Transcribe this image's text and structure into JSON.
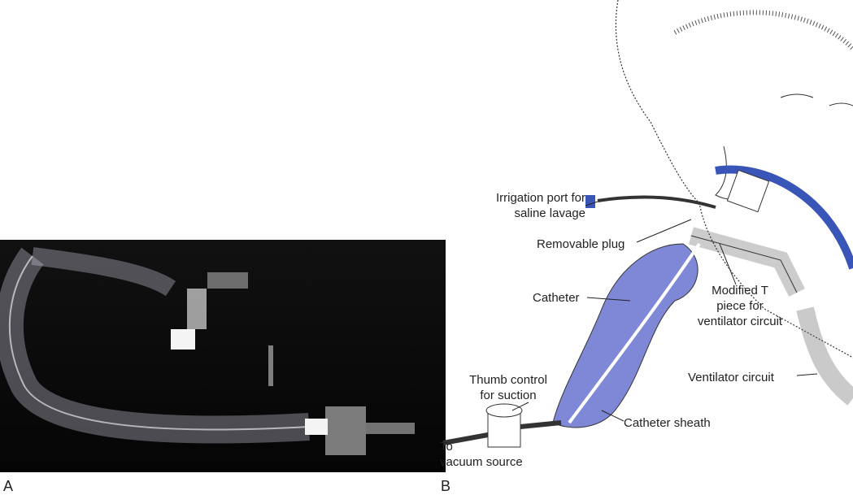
{
  "panels": {
    "a": "A",
    "b": "B"
  },
  "labels": {
    "irrigation_port": [
      "Irrigation port for",
      "saline lavage"
    ],
    "removable_plug": "Removable plug",
    "catheter": "Catheter",
    "modified_t_piece": [
      "Modified T",
      "piece for",
      "ventilator circuit"
    ],
    "thumb_control": [
      "Thumb control",
      "for suction"
    ],
    "ventilator_circuit": "Ventilator circuit",
    "catheter_sheath": "Catheter sheath",
    "vacuum_source": [
      "To",
      "vacuum source"
    ]
  },
  "colors": {
    "sheath": "#7f88d6",
    "strap": "#3a55b8",
    "photo_bg": "#0a0a0a"
  }
}
